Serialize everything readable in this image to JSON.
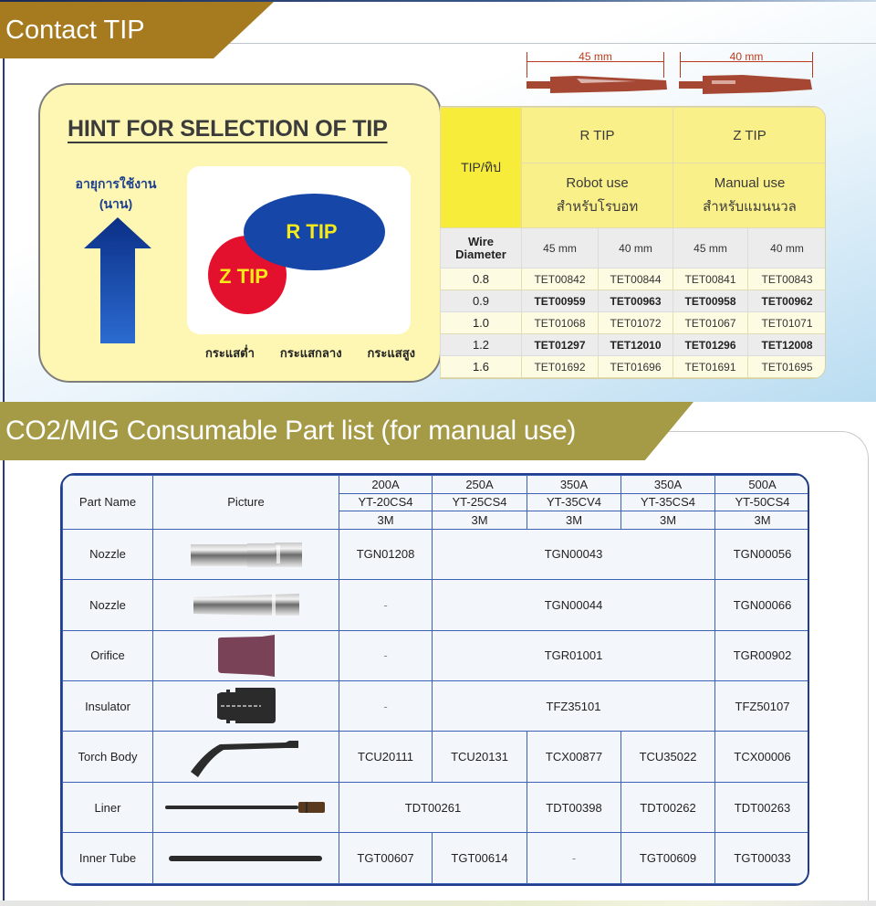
{
  "contact_tip": {
    "banner": "Contact TIP",
    "hint": {
      "title": "HINT FOR SELECTION OF TIP",
      "life_label_line1": "อายุการใช้งาน",
      "life_label_line2": "(นาน)",
      "r_tip_label": "R TIP",
      "z_tip_label": "Z TIP",
      "current_labels": [
        "กระแสต่ำ",
        "กระแสกลาง",
        "กระแสสูง"
      ],
      "colors": {
        "panel": "#fdf7b3",
        "arrow": "#1a4fb0",
        "r_tip": "#1546a8",
        "z_tip": "#e3102e",
        "label": "#f7ea1a"
      }
    },
    "tip_images": [
      {
        "name": "45mm-tip",
        "dimension": "45 mm"
      },
      {
        "name": "40mm-tip",
        "dimension": "40 mm"
      }
    ],
    "table": {
      "corner_label": "TIP/ทิป",
      "groups": [
        {
          "name": "R TIP",
          "use_en": "Robot use",
          "use_th": "สำหรับโรบอท"
        },
        {
          "name": "Z TIP",
          "use_en": "Manual use",
          "use_th": "สำหรับแมนนวล"
        }
      ],
      "wire_header": "Wire Diameter",
      "wire_header_line1": "Wire",
      "wire_header_line2": "Diameter",
      "lengths": [
        "45 mm",
        "40 mm",
        "45 mm",
        "40 mm"
      ],
      "rows": [
        {
          "diameter": "0.8",
          "codes": [
            "TET00842",
            "TET00844",
            "TET00841",
            "TET00843"
          ]
        },
        {
          "diameter": "0.9",
          "codes": [
            "TET00959",
            "TET00963",
            "TET00958",
            "TET00962"
          ]
        },
        {
          "diameter": "1.0",
          "codes": [
            "TET01068",
            "TET01072",
            "TET01067",
            "TET01071"
          ]
        },
        {
          "diameter": "1.2",
          "codes": [
            "TET01297",
            "TET12010",
            "TET01296",
            "TET12008"
          ]
        },
        {
          "diameter": "1.6",
          "codes": [
            "TET01692",
            "TET01696",
            "TET01691",
            "TET01695"
          ]
        }
      ]
    }
  },
  "part_list": {
    "banner": "CO2/MIG Consumable Part list (for manual use)",
    "headers": {
      "part_name": "Part Name",
      "picture": "Picture",
      "models": [
        {
          "amps": "200A",
          "model": "YT-20CS4",
          "length": "3M"
        },
        {
          "amps": "250A",
          "model": "YT-25CS4",
          "length": "3M"
        },
        {
          "amps": "350A",
          "model": "YT-35CV4",
          "length": "3M"
        },
        {
          "amps": "350A",
          "model": "YT-35CS4",
          "length": "3M"
        },
        {
          "amps": "500A",
          "model": "YT-50CS4",
          "length": "3M"
        }
      ]
    },
    "rows": [
      {
        "part": "Nozzle",
        "picture": "nozzle-straight",
        "cells": [
          {
            "value": "TGN01208",
            "span": 1
          },
          {
            "value": "TGN00043",
            "span": 3
          },
          {
            "value": "TGN00056",
            "span": 1
          }
        ]
      },
      {
        "part": "Nozzle",
        "picture": "nozzle-tapered",
        "cells": [
          {
            "value": "-",
            "span": 1
          },
          {
            "value": "TGN00044",
            "span": 3
          },
          {
            "value": "TGN00066",
            "span": 1
          }
        ]
      },
      {
        "part": "Orifice",
        "picture": "orifice",
        "cells": [
          {
            "value": "-",
            "span": 1
          },
          {
            "value": "TGR01001",
            "span": 3
          },
          {
            "value": "TGR00902",
            "span": 1
          }
        ]
      },
      {
        "part": "Insulator",
        "picture": "insulator",
        "cells": [
          {
            "value": "-",
            "span": 1
          },
          {
            "value": "TFZ35101",
            "span": 3
          },
          {
            "value": "TFZ50107",
            "span": 1
          }
        ]
      },
      {
        "part": "Torch Body",
        "picture": "torch-body",
        "cells": [
          {
            "value": "TCU20111",
            "span": 1
          },
          {
            "value": "TCU20131",
            "span": 1
          },
          {
            "value": "TCX00877",
            "span": 1
          },
          {
            "value": "TCU35022",
            "span": 1
          },
          {
            "value": "TCX00006",
            "span": 1
          }
        ]
      },
      {
        "part": "Liner",
        "picture": "liner",
        "cells": [
          {
            "value": "TDT00261",
            "span": 2
          },
          {
            "value": "TDT00398",
            "span": 1
          },
          {
            "value": "TDT00262",
            "span": 1
          },
          {
            "value": "TDT00263",
            "span": 1
          }
        ]
      },
      {
        "part": "Inner Tube",
        "picture": "inner-tube",
        "cells": [
          {
            "value": "TGT00607",
            "span": 1
          },
          {
            "value": "TGT00614",
            "span": 1
          },
          {
            "value": "-",
            "span": 1
          },
          {
            "value": "TGT00609",
            "span": 1
          },
          {
            "value": "TGT00033",
            "span": 1
          }
        ]
      }
    ],
    "colors": {
      "grid": "#3c62b5",
      "frame": "#1f3d8a",
      "orifice": "#7a4256",
      "black_parts": "#2b2b2b",
      "banner": "#a59a46"
    }
  }
}
